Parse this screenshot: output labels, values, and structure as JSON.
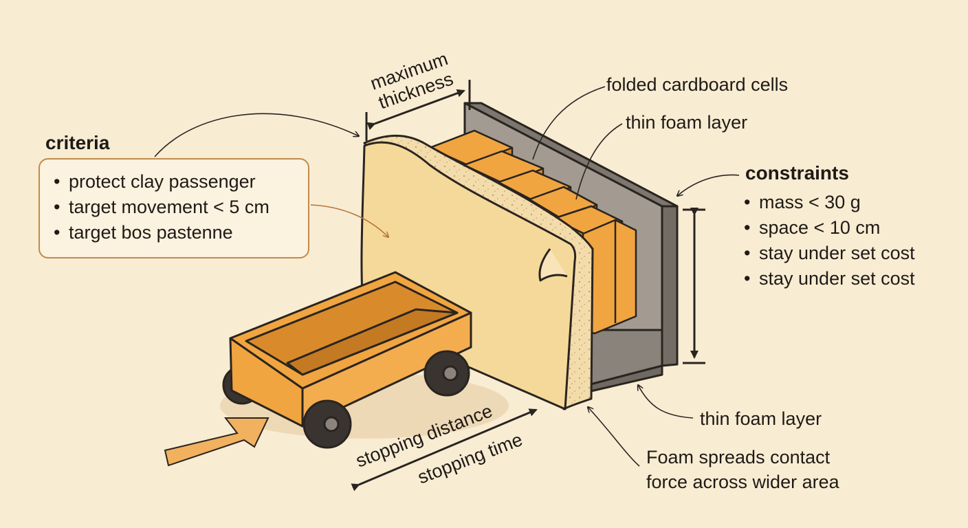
{
  "criteria": {
    "heading": "criteria",
    "items": [
      "protect clay passenger",
      "target movement < 5 cm",
      "target bos pastenne"
    ]
  },
  "constraints": {
    "heading": "constraints",
    "items": [
      "mass < 30 g",
      "space < 10 cm",
      "stay under set cost",
      "stay under set cost"
    ]
  },
  "labels": {
    "max_thickness_1": "maximum",
    "max_thickness_2": "thickness",
    "folded_cells": "folded cardboard cells",
    "foam_top": "thin foam layer",
    "foam_bottom": "thin foam layer",
    "foam_note_1": "Foam spreads contact",
    "foam_note_2": "force across wider area",
    "stopping_distance": "stopping distance",
    "stopping_time": "stopping time"
  },
  "colors": {
    "background": "#f8ecd3",
    "cart_orange": "#f0a540",
    "panel_cream": "#f5d99a",
    "wall_gray": "#a39b91",
    "outline": "#2a2420",
    "box_border": "#c08a4a"
  }
}
